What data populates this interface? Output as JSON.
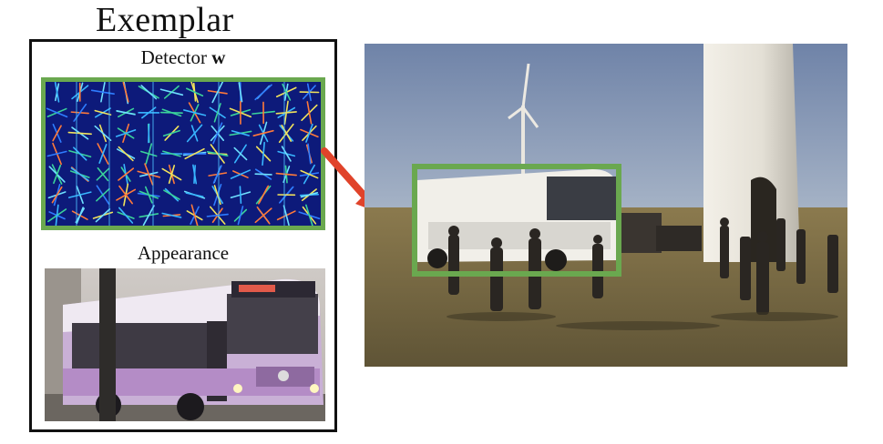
{
  "title": "Exemplar",
  "panel": {
    "detector_label_text": "Detector ",
    "detector_label_symbol": "w",
    "appearance_label": "Appearance"
  },
  "colors": {
    "frame_green": "#6aa84f",
    "arrow_red": "#e0432a",
    "hog_background": "#0d1a7a",
    "bus_purple": "#b48cc6"
  },
  "icons": [
    "hog-visualization",
    "bus-photo",
    "scene-photo",
    "arrow-right-icon"
  ]
}
